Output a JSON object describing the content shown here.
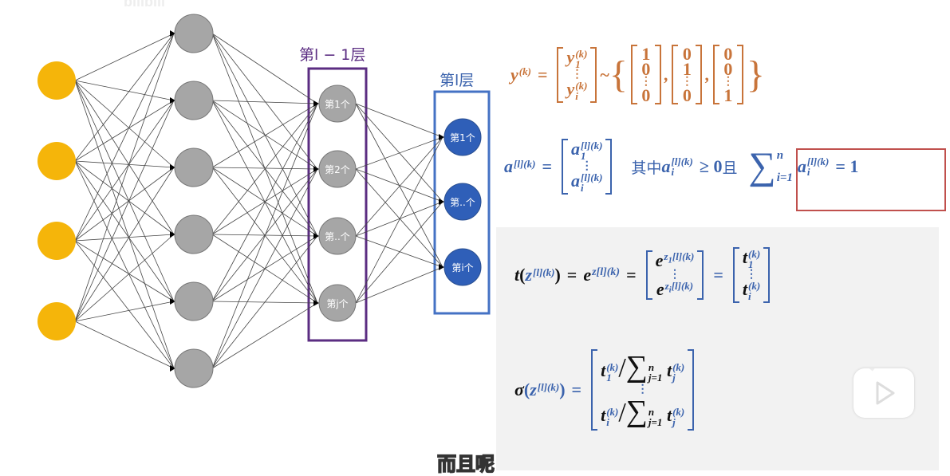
{
  "watermark": "bilibili",
  "layer_prev_label": "第l − 1层",
  "layer_cur_label": "第l层",
  "prev_nodes": [
    "第1个",
    "第2个",
    "第..个",
    "第j个"
  ],
  "cur_nodes": [
    "第1个",
    "第..个",
    "第i个"
  ],
  "colors": {
    "input": "#f5b50a",
    "hidden": "#a6a6a6",
    "prev_box": "#5b2d82",
    "cur_node": "#2f5fb8",
    "cur_box": "#4472c4",
    "formula_orange": "#c8743a",
    "formula_blue": "#3b63ad",
    "highlight_box": "#c0504d"
  },
  "f1": {
    "lhs": "y",
    "sup": "(k)",
    "eq": "=",
    "v_top": "y",
    "v_top_sub": "1",
    "v_bot": "y",
    "v_bot_sub": "i",
    "dots": "⋮",
    "tilde": "~",
    "lbrace": "{",
    "rbrace": "}",
    "m1": [
      "1",
      "0",
      "⋮",
      "0"
    ],
    "m2": [
      "0",
      "1",
      "⋮",
      "0"
    ],
    "m3": [
      "0",
      "0",
      "⋮",
      "1"
    ],
    "comma": ","
  },
  "f2": {
    "lhs": "a",
    "sup": "[l](k)",
    "eq": "=",
    "v_top": "a",
    "v_top_sub": "1",
    "v_bot": "a",
    "v_bot_sub": "i",
    "dots": "⋮",
    "where": "其中",
    "ai": "a",
    "ai_sub": "i",
    "geq": "≥ 0",
    "and": "且",
    "sum": "∑",
    "sum_top": "n",
    "sum_bot": "i=1",
    "rhs": "= 1"
  },
  "f3": {
    "t": "t",
    "z": "z",
    "sup": "[l](k)",
    "eq1": "=",
    "e": "e",
    "eq2": "=",
    "sub1": "1",
    "subi": "i",
    "dots": "⋮",
    "eq3": "=",
    "tsup": "(k)"
  },
  "f4": {
    "sigma": "σ",
    "z": "z",
    "sup": "[l](k)",
    "eq": "=",
    "t": "t",
    "tsup": "(k)",
    "sub1": "1",
    "subi": "i",
    "slash": "/",
    "sum": "∑",
    "n": "n",
    "j1": "j=1",
    "tj": "t",
    "j": "j",
    "dots": "⋮"
  },
  "subtitle": "而且呢",
  "icons": {
    "player_logo": "bilibili-tv-play-icon"
  }
}
